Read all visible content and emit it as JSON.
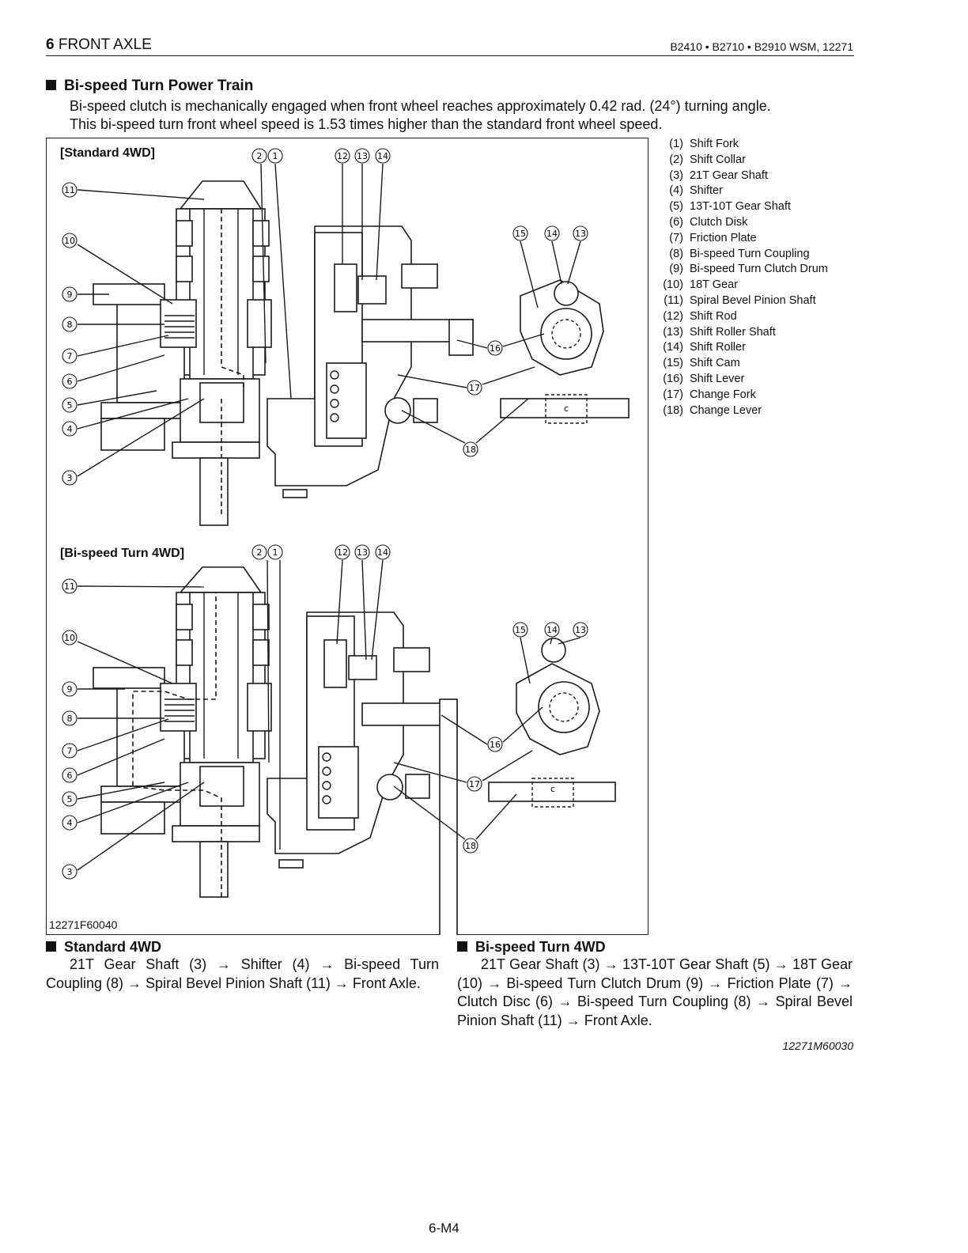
{
  "header": {
    "section_number": "6",
    "section_title": "FRONT AXLE",
    "manual_ref": "B2410 • B2710 • B2910 WSM, 12271"
  },
  "section": {
    "title": "Bi-speed Turn Power Train",
    "intro_line1": "Bi-speed clutch is mechanically engaged when front wheel reaches approximately 0.42 rad. (24°) turning angle.",
    "intro_line2": "This bi-speed turn front wheel speed is 1.53 times higher than the standard front wheel speed."
  },
  "figure": {
    "top_label": "[Standard 4WD]",
    "bottom_label": "[Bi-speed Turn 4WD]",
    "figure_code": "12271F60040",
    "cam_letter": "c",
    "callouts": [
      "1",
      "2",
      "3",
      "4",
      "5",
      "6",
      "7",
      "8",
      "9",
      "10",
      "11",
      "12",
      "13",
      "14",
      "15",
      "16",
      "17",
      "18"
    ]
  },
  "parts": [
    {
      "num": "(1)",
      "name": "Shift Fork"
    },
    {
      "num": "(2)",
      "name": "Shift Collar"
    },
    {
      "num": "(3)",
      "name": "21T Gear Shaft"
    },
    {
      "num": "(4)",
      "name": "Shifter"
    },
    {
      "num": "(5)",
      "name": "13T-10T Gear Shaft"
    },
    {
      "num": "(6)",
      "name": "Clutch Disk"
    },
    {
      "num": "(7)",
      "name": "Friction Plate"
    },
    {
      "num": "(8)",
      "name": "Bi-speed Turn Coupling"
    },
    {
      "num": "(9)",
      "name": "Bi-speed Turn Clutch Drum"
    },
    {
      "num": "(10)",
      "name": "18T Gear"
    },
    {
      "num": "(11)",
      "name": "Spiral Bevel Pinion Shaft"
    },
    {
      "num": "(12)",
      "name": "Shift Rod"
    },
    {
      "num": "(13)",
      "name": "Shift Roller Shaft"
    },
    {
      "num": "(14)",
      "name": "Shift Roller"
    },
    {
      "num": "(15)",
      "name": "Shift Cam"
    },
    {
      "num": "(16)",
      "name": "Shift Lever"
    },
    {
      "num": "(17)",
      "name": "Change Fork"
    },
    {
      "num": "(18)",
      "name": "Change Lever"
    }
  ],
  "standard": {
    "title": "Standard 4WD",
    "body": "21T Gear Shaft (3) → Shifter (4) → Bi-speed Turn Coupling (8) → Spiral Bevel Pinion Shaft (11) → Front Axle."
  },
  "bispeed": {
    "title": "Bi-speed Turn 4WD",
    "body": "21T Gear Shaft (3) → 13T-10T Gear Shaft (5) → 18T Gear (10) → Bi-speed Turn Clutch Drum (9) → Friction Plate (7) → Clutch Disc (6) → Bi-speed Turn Coupling (8) → Spiral Bevel Pinion Shaft (11) → Front Axle."
  },
  "doc_code": "12271M60030",
  "page_number": "6-M4"
}
